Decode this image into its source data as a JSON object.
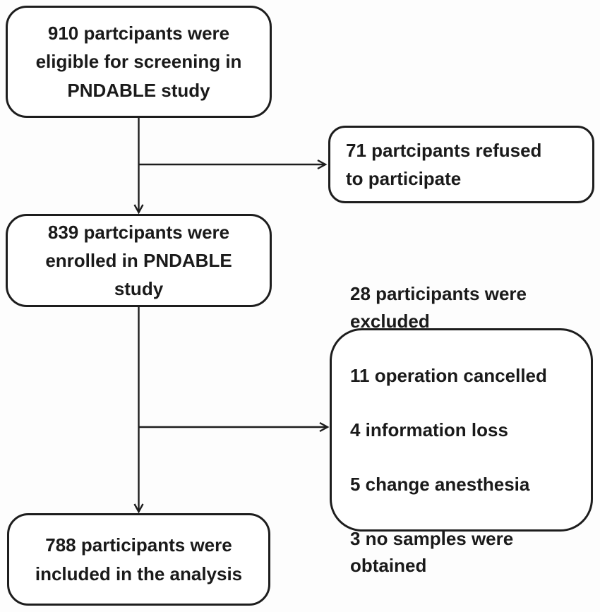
{
  "diagram": {
    "type": "flowchart",
    "boxes": {
      "eligible": {
        "text": "910 partcipants were\neligible for screening in\nPNDABLE study"
      },
      "refused": {
        "text": "71 partcipants refused\nto participate"
      },
      "enrolled": {
        "text": "839 partcipants were\nenrolled in PNDABLE\nstudy"
      },
      "excluded": {
        "items": [
          "28 participants were\nexcluded",
          "11 operation cancelled",
          "4 information loss",
          "5 change anesthesia",
          "3 no samples were\nobtained"
        ]
      },
      "analyzed": {
        "text": "788 participants were\nincluded in the analysis"
      }
    },
    "counts": {
      "eligible": 910,
      "refused": 71,
      "enrolled": 839,
      "excluded_total": 28,
      "operation_cancelled": 11,
      "information_loss": 4,
      "change_anesthesia": 5,
      "no_samples_obtained": 3,
      "analyzed": 788
    },
    "colors": {
      "border": "#1d1d1d",
      "text": "#1a1a1a",
      "background": "#fdfdfd"
    }
  }
}
